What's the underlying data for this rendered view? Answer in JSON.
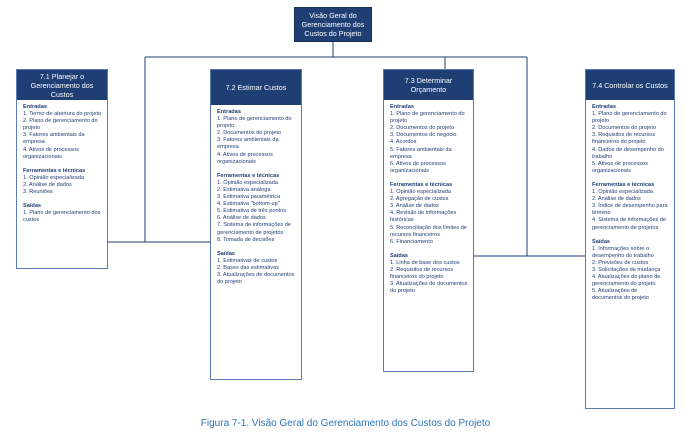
{
  "top": {
    "title": "Visão Geral do Gerenciamento dos Custos do Projeto"
  },
  "processes": [
    {
      "title": "7.1 Planejar o Gerenciamento dos Custos",
      "sections": [
        {
          "title": "Entradas",
          "items": [
            "1. Termo de abertura do projeto",
            "2. Plano de gerenciamento do projeto",
            "3. Fatores ambientais da empresa",
            "4. Ativos de processos organizacionais"
          ]
        },
        {
          "title": "Ferramentas e técnicas",
          "items": [
            "1. Opinião especializada",
            "2. Análise de dados",
            "3. Reuniões"
          ]
        },
        {
          "title": "Saídas",
          "items": [
            "1. Plano de gerenciamento dos custos"
          ]
        }
      ]
    },
    {
      "title": "7.2 Estimar Custos",
      "sections": [
        {
          "title": "Entradas",
          "items": [
            "1. Plano de gerenciamento do projeto",
            "2. Documentos do projeto",
            "3. Fatores ambientais da empresa",
            "4. Ativos de processos organizacionais"
          ]
        },
        {
          "title": "Ferramentas e técnicas",
          "items": [
            "1. Opinião especializada",
            "2. Estimativa análoga",
            "3. Estimativa paramétrica",
            "4. Estimativa \"bottom-up\"",
            "5. Estimativa de três pontos",
            "6. Análise de dados",
            "7. Sistema de informações de gerenciamento de projetos",
            "8. Tomada de decisões"
          ]
        },
        {
          "title": "Saídas",
          "items": [
            "1. Estimativas de custos",
            "2. Bases das estimativas",
            "3. Atualizações de documentos do projeto"
          ]
        }
      ]
    },
    {
      "title": "7.3 Determinar Orçamento",
      "sections": [
        {
          "title": "Entradas",
          "items": [
            "1. Plano de gerenciamento do projeto",
            "2. Documentos do projeto",
            "3. Documentos do negócio",
            "4. Acordos",
            "5. Fatores ambientais da empresa",
            "6. Ativos de processos organizacionais"
          ]
        },
        {
          "title": "Ferramentas e técnicas",
          "items": [
            "1. Opinião especializada",
            "2. Agregação de custos",
            "3. Análise de dados",
            "4. Revisão de informações históricas",
            "5. Reconciliação dos limites de recursos financeiros",
            "6. Financiamento"
          ]
        },
        {
          "title": "Saídas",
          "items": [
            "1. Linha de base dos custos",
            "2. Requisitos de recursos financeiros do projeto",
            "3. Atualizações de documentos do projeto"
          ]
        }
      ]
    },
    {
      "title": "7.4 Controlar os Custos",
      "sections": [
        {
          "title": "Entradas",
          "items": [
            "1. Plano de gerenciamento do projeto",
            "2. Documentos do projeto",
            "3. Requisitos de recursos financeiros do projeto",
            "4. Dados de desempenho do trabalho",
            "5. Ativos de processos organizacionais"
          ]
        },
        {
          "title": "Ferramentas e técnicas",
          "items": [
            "1. Opinião especializada",
            "2. Análise de dados",
            "3. Índice de desempenho para término",
            "4. Sistema de informações de gerenciamento de projetos"
          ]
        },
        {
          "title": "Saídas",
          "items": [
            "1. Informações sobre o desempenho do trabalho",
            "2. Previsões de custos",
            "3. Solicitações de mudança",
            "4. Atualizações do plano de gerenciamento do projeto",
            "5. Atualizações de documentos do projeto"
          ]
        }
      ]
    }
  ],
  "caption": "Figura 7-1. Visão Geral do Gerenciamento dos Custos do Projeto"
}
